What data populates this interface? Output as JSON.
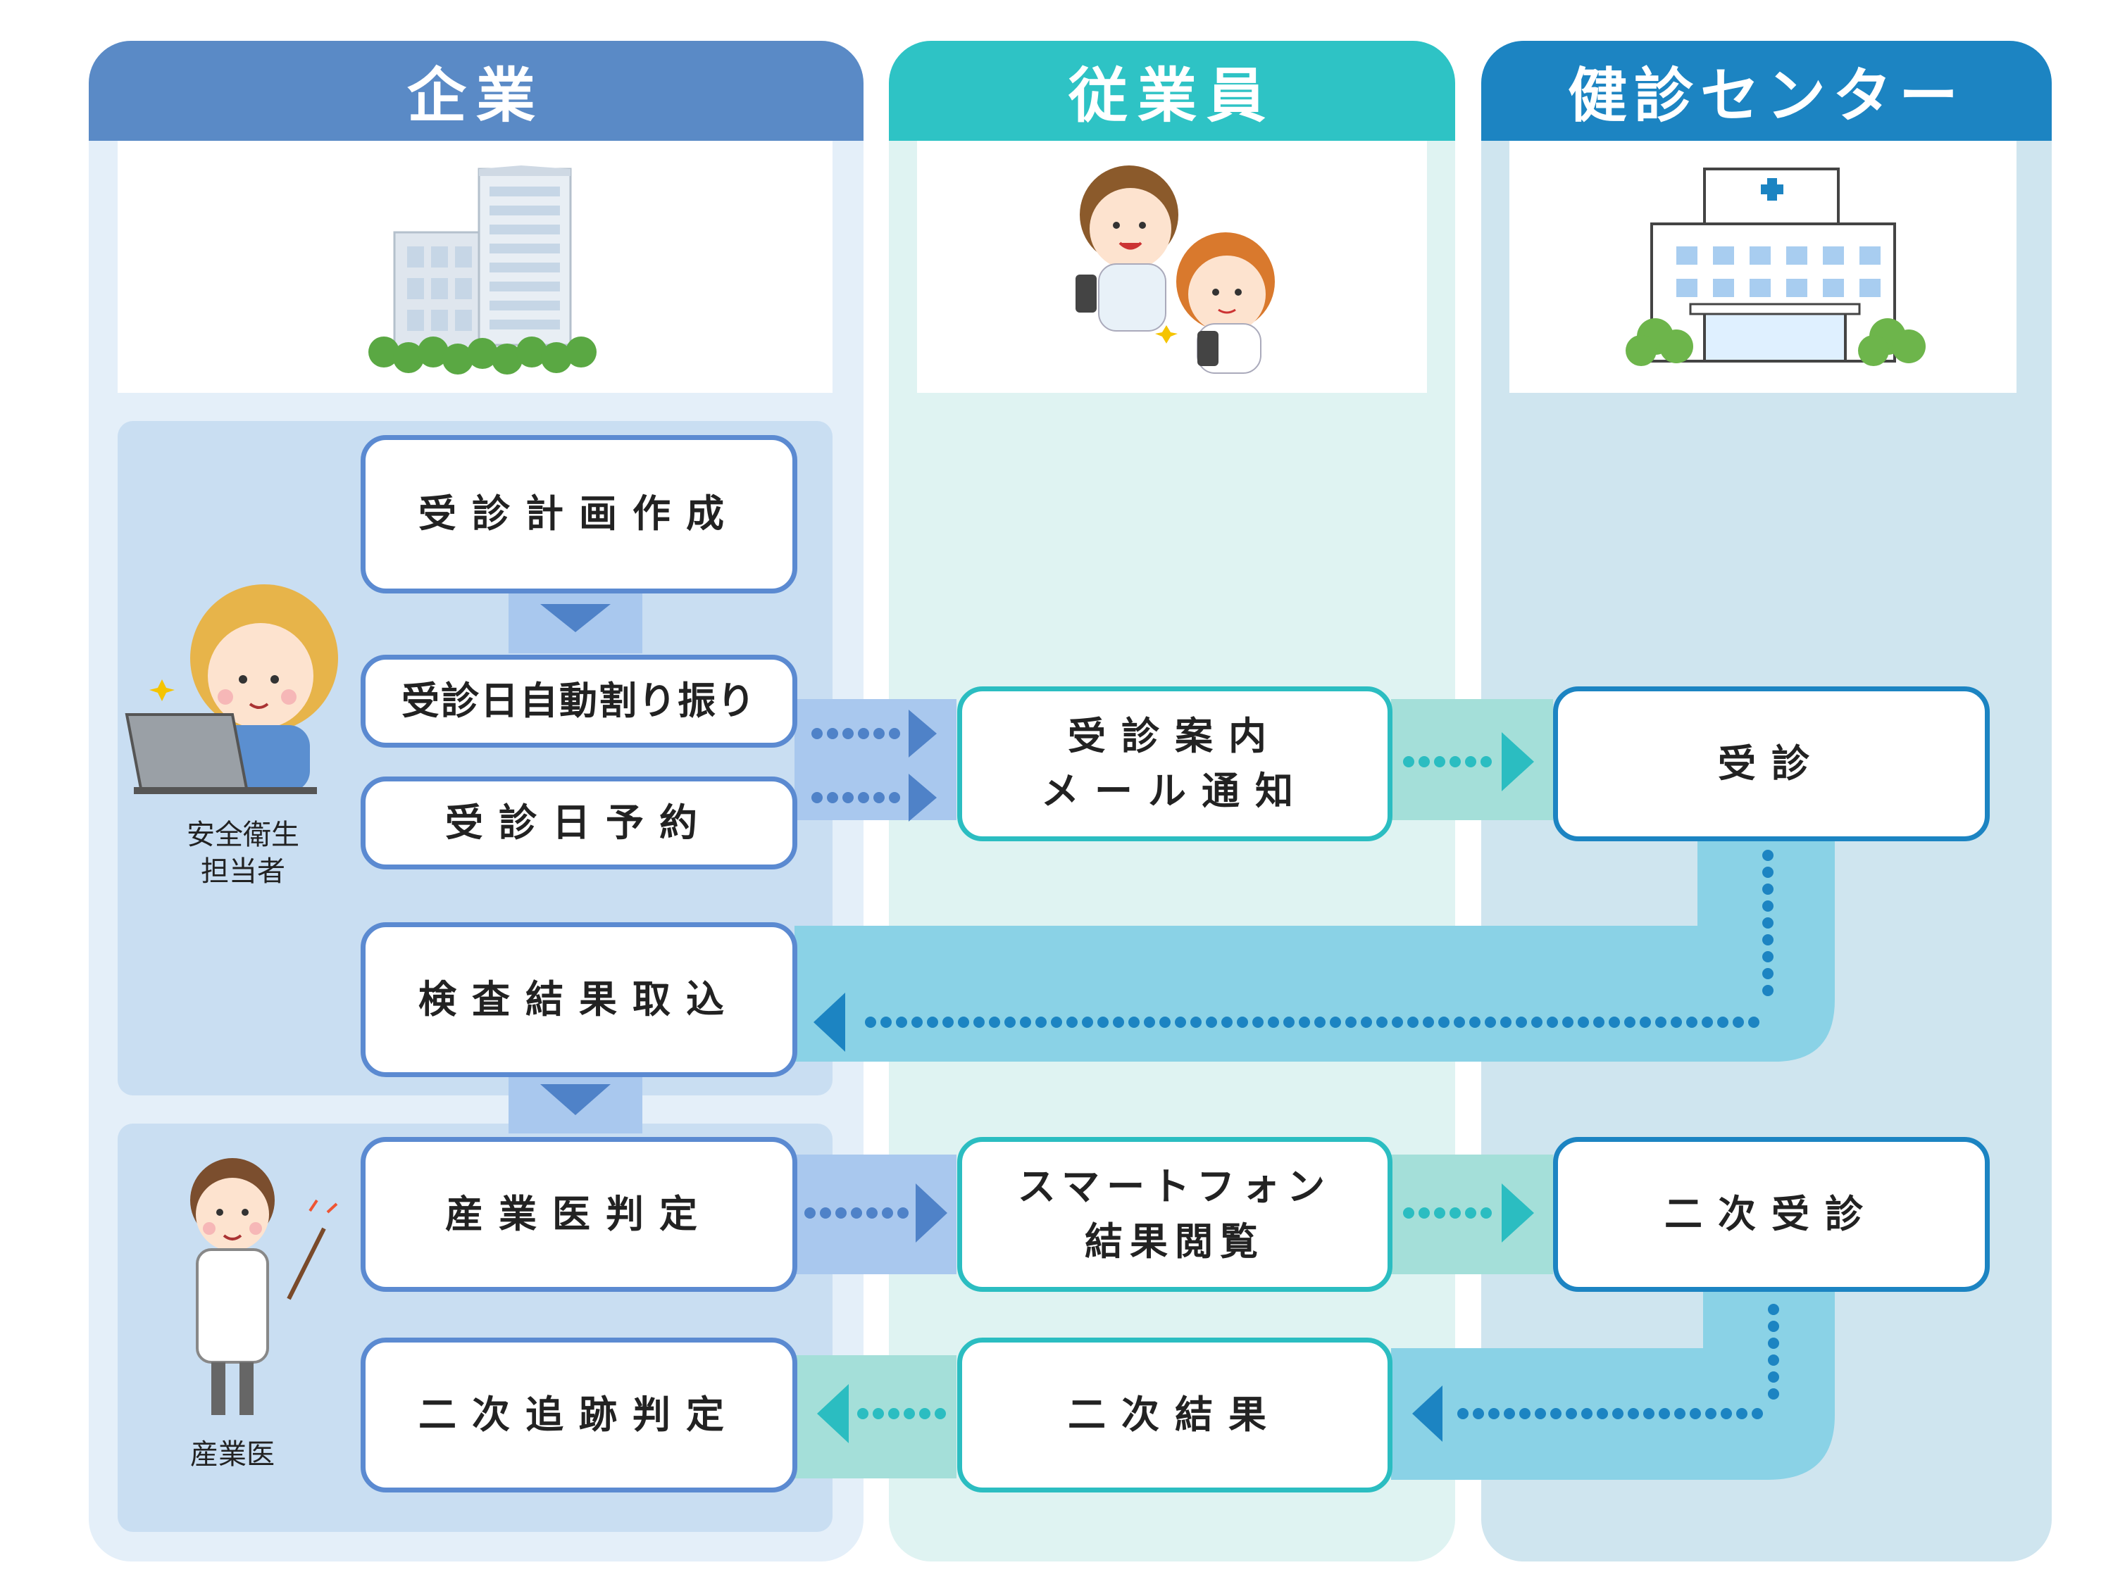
{
  "columns": {
    "company": {
      "title": "企業",
      "color": "#5a8ac6",
      "bg": "#e4eff9"
    },
    "employee": {
      "title": "従業員",
      "color": "#2ec3c5",
      "bg": "#dff3f2"
    },
    "center": {
      "title": "健診センター",
      "color": "#1c84c2",
      "bg": "#cfe5ef"
    }
  },
  "people": {
    "safety_officer": "安全衛生\n担当者",
    "industrial_doctor": "産業医"
  },
  "steps": {
    "plan": "受診計画作成",
    "auto_assign": "受診日自動割り振り",
    "reserve": "受診日予約",
    "mail_notice": "受診案内\nメール通知",
    "exam": "受診",
    "import_results": "検査結果取込",
    "doctor_judgment": "産業医判定",
    "smartphone_view": "スマートフォン\n結果閲覧",
    "second_exam": "二次受診",
    "second_result": "二次結果",
    "followup_judgment": "二次追跡判定"
  },
  "icons": [
    "office-building-icon",
    "employees-smartphone-icon",
    "hospital-icon",
    "safety-officer-laptop-icon",
    "doctor-pointer-icon"
  ]
}
